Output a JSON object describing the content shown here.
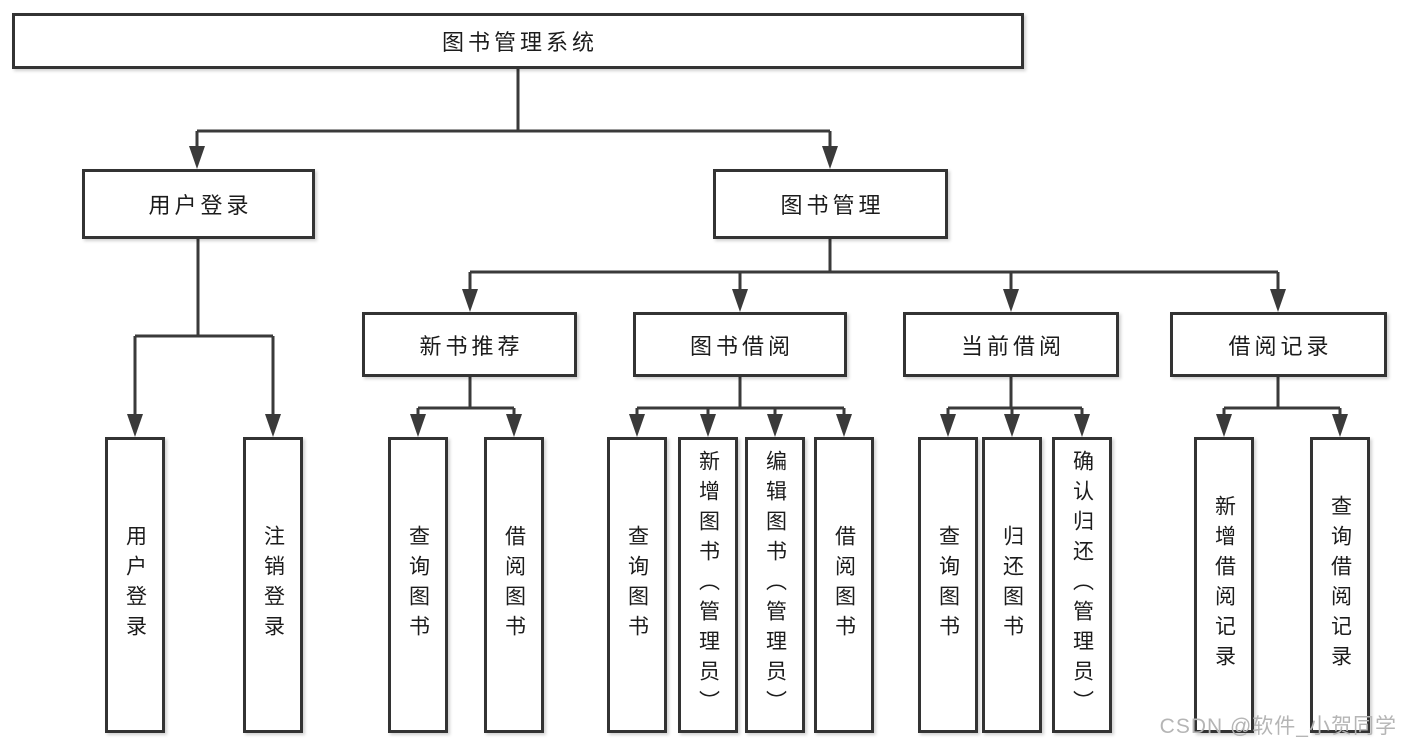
{
  "diagram": {
    "root": {
      "label": "图书管理系统"
    },
    "level2": [
      {
        "label": "用户登录"
      },
      {
        "label": "图书管理"
      }
    ],
    "level3": [
      {
        "label": "新书推荐"
      },
      {
        "label": "图书借阅"
      },
      {
        "label": "当前借阅"
      },
      {
        "label": "借阅记录"
      }
    ],
    "leaves": {
      "user": [
        "用户登录",
        "注销登录"
      ],
      "new_book": [
        "查询图书",
        "借阅图书"
      ],
      "book_borrow": [
        "查询图书",
        "新增图书（管理员）",
        "编辑图书（管理员）",
        "借阅图书"
      ],
      "current_borrow": [
        "查询图书",
        "归还图书",
        "确认归还（管理员）"
      ],
      "borrow_records": [
        "新增借阅记录",
        "查询借阅记录"
      ]
    },
    "line_color": "#3a3a3a",
    "border_color": "#333333"
  },
  "watermark": {
    "text": "CSDN @软件_小贺同学",
    "color": "#b5b5b5"
  }
}
